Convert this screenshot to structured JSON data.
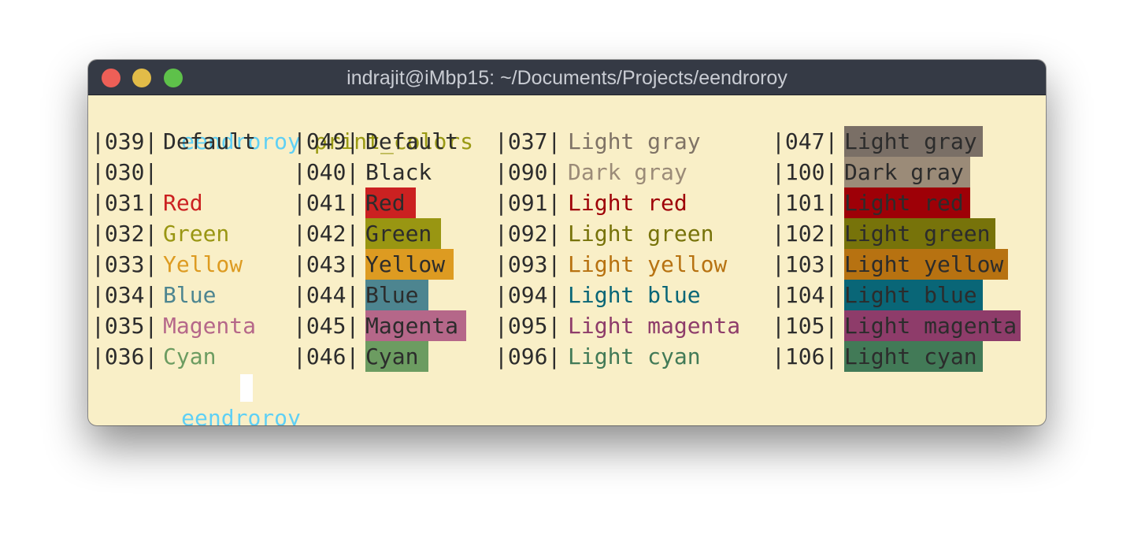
{
  "window": {
    "title": "indrajit@iMbp15: ~/Documents/Projects/eendroroy",
    "traffic_lights": {
      "close": "#ed5f57",
      "minimize": "#e2bc48",
      "zoom": "#5ec14a"
    }
  },
  "terminal": {
    "background": "#f9efc7",
    "prompt_color": "#5fd0f5",
    "command_color": "#9a9a14",
    "first_prompt": {
      "user": "eendroroy",
      "command": "print_colors"
    },
    "last_prompt": {
      "user": "eendroroy"
    },
    "rows": [
      {
        "fg1_code": "|039|",
        "fg1_label": "Default",
        "fg1_color": "#2c2c2c",
        "bg1_code": "|049|",
        "bg1_label": "Default",
        "bg1_color": "",
        "fg2_code": "|037|",
        "fg2_label": "Light gray",
        "fg2_color": "#7f7366",
        "bg2_code": "|047|",
        "bg2_label": "Light gray",
        "bg2_color": "#7a6f66"
      },
      {
        "fg1_code": "|030|",
        "fg1_label": "",
        "fg1_color": "#f9efc7",
        "bg1_code": "|040|",
        "bg1_label": "Black",
        "bg1_color": "",
        "fg2_code": "|090|",
        "fg2_label": "Dark gray",
        "fg2_color": "#9b8b78",
        "bg2_code": "|100|",
        "bg2_label": "Dark gray",
        "bg2_color": "#9b8b78"
      },
      {
        "fg1_code": "|031|",
        "fg1_label": "Red",
        "fg1_color": "#cb2121",
        "bg1_code": "|041|",
        "bg1_label": "Red",
        "bg1_color": "#cb2121",
        "fg2_code": "|091|",
        "fg2_label": "Light red",
        "fg2_color": "#9e0007",
        "bg2_code": "|101|",
        "bg2_label": "Light red",
        "bg2_color": "#9e0007"
      },
      {
        "fg1_code": "|032|",
        "fg1_label": "Green",
        "fg1_color": "#999612",
        "bg1_code": "|042|",
        "bg1_label": "Green",
        "bg1_color": "#999612",
        "fg2_code": "|092|",
        "fg2_label": "Light green",
        "fg2_color": "#77730a",
        "bg2_code": "|102|",
        "bg2_label": "Light green",
        "bg2_color": "#77730a"
      },
      {
        "fg1_code": "|033|",
        "fg1_label": "Yellow",
        "fg1_color": "#dd9b21",
        "bg1_code": "|043|",
        "bg1_label": "Yellow",
        "bg1_color": "#dd9b21",
        "fg2_code": "|093|",
        "fg2_label": "Light yellow",
        "fg2_color": "#b77211",
        "bg2_code": "|103|",
        "bg2_label": "Light yellow",
        "bg2_color": "#b77211"
      },
      {
        "fg1_code": "|034|",
        "fg1_label": "Blue",
        "fg1_color": "#4d8590",
        "bg1_code": "|044|",
        "bg1_label": "Blue",
        "bg1_color": "#4d8590",
        "fg2_code": "|094|",
        "fg2_label": "Light blue",
        "fg2_color": "#096677",
        "bg2_code": "|104|",
        "bg2_label": "Light blue",
        "bg2_color": "#096677"
      },
      {
        "fg1_code": "|035|",
        "fg1_label": "Magenta",
        "fg1_color": "#b56789",
        "bg1_code": "|045|",
        "bg1_label": "Magenta",
        "bg1_color": "#b56789",
        "fg2_code": "|095|",
        "fg2_label": "Light magenta",
        "fg2_color": "#8e3c6a",
        "bg2_code": "|105|",
        "bg2_label": "Light magenta",
        "bg2_color": "#8e3c6a"
      },
      {
        "fg1_code": "|036|",
        "fg1_label": "Cyan",
        "fg1_color": "#6c9c61",
        "bg1_code": "|046|",
        "bg1_label": "Cyan",
        "bg1_color": "#6c9c61",
        "fg2_code": "|096|",
        "fg2_label": "Light cyan",
        "fg2_color": "#427a57",
        "bg2_code": "|106|",
        "bg2_label": "Light cyan",
        "bg2_color": "#427a57"
      }
    ]
  }
}
